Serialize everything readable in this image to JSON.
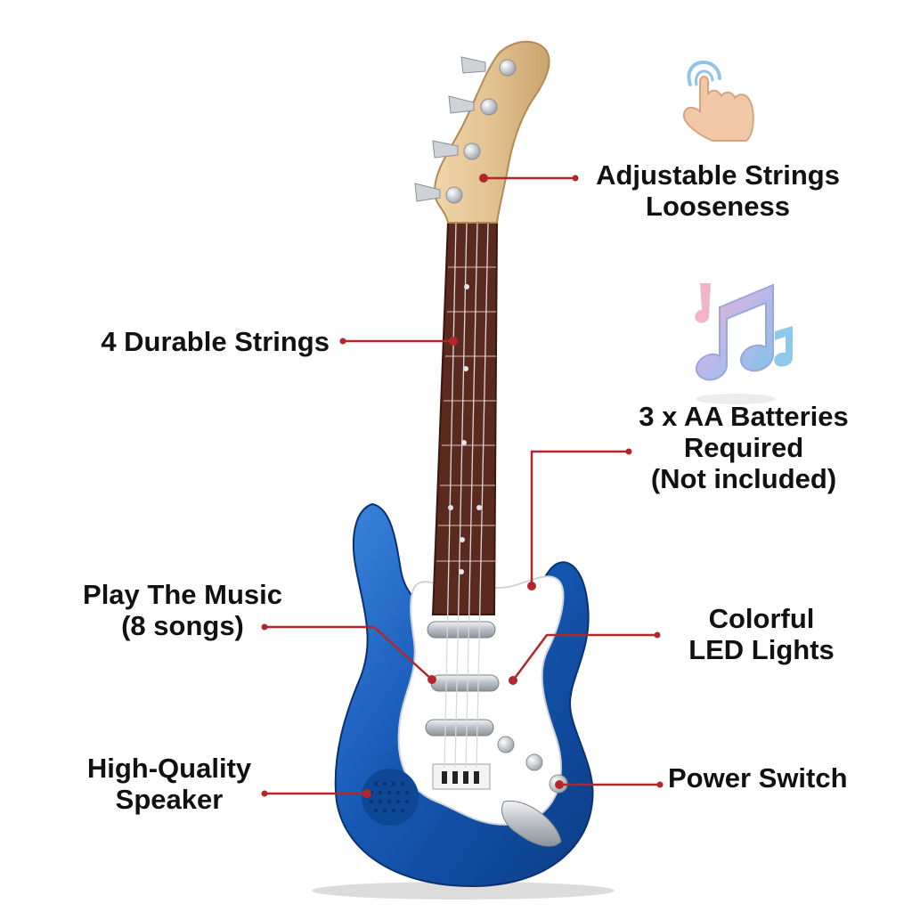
{
  "colors": {
    "leader": "#b3262b",
    "body": "#1559b5",
    "body_dark": "#0b3d86",
    "neck_wood": "#e2c291",
    "fretboard": "#5a2a1e",
    "pickguard": "#ffffff",
    "chrome": "#c9ccd1",
    "text": "#111111"
  },
  "icons": {
    "touch": "tapping-hand-icon",
    "music": "music-notes-icon"
  },
  "callouts": {
    "strings_adjust": {
      "line1": "Adjustable Strings",
      "line2": "Looseness"
    },
    "durable": {
      "line1": "4 Durable Strings"
    },
    "batteries": {
      "line1": "3 x AA Batteries",
      "line2": "Required",
      "line3": "(Not included)"
    },
    "music": {
      "line1": "Play The Music",
      "line2": "(8 songs)"
    },
    "led": {
      "line1": "Colorful",
      "line2": "LED Lights"
    },
    "speaker": {
      "line1": "High-Quality",
      "line2": "Speaker"
    },
    "power": {
      "line1": "Power Switch"
    }
  }
}
